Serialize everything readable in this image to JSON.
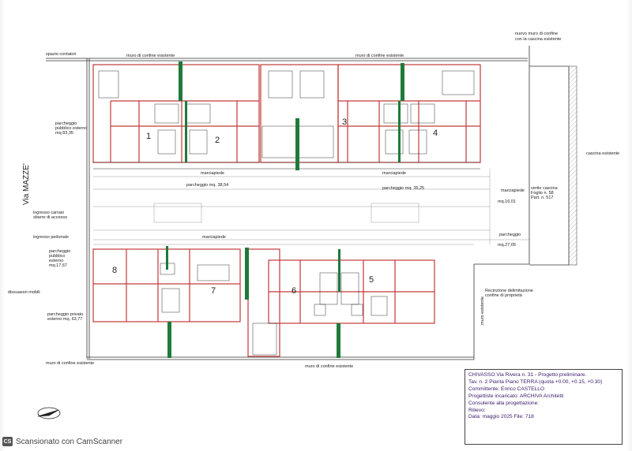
{
  "labels": {
    "spazio_contatori": "spazio contatori",
    "muro_confine_top_left": "muro di confine esistente",
    "muro_confine_top_right": "muro di confine esistente",
    "nuovo_muro": "nuovo muro di confine",
    "nuovo_muro_2": "con la cascina esistente",
    "cascina": "cascina esistente",
    "via": "Via MAZZE'",
    "parcheggio_pubblico_1": "parcheggio",
    "parcheggio_pubblico_2": "pubblico esterno",
    "parcheggio_pubblico_3": "mq 83,35",
    "marciapiede_top": "marciapiede",
    "marciapiede_top_2": "marciapiede",
    "parcheggio_3854": "parcheggio mq. 38,54",
    "parcheggio_3525": "parcheggio mq. 35,25",
    "marciapiede_small": "marciapiede",
    "mq_1601": "mq.16,01",
    "vertice_1": "vertie cascina",
    "vertice_2": "Foglio n. 58",
    "vertice_3": "Part. n. 517",
    "ingresso_carraio_1": "ingresso carraio",
    "ingresso_carraio_2": "sbarre di accesso",
    "ingresso_pedonale": "ingresso pedonale",
    "marciapiede_mid": "marciapiede",
    "parcheggio_2705_1": "parcheggio",
    "parcheggio_2705_2": "mq.27,05",
    "parch_pubb_b1": "parcheggio",
    "parch_pubb_b2": "pubblico",
    "parch_pubb_b3": "esterno",
    "parch_pubb_b4": "mq.17,67",
    "dissuasori": "dissuasori mobili",
    "parch_priv_1": "parcheggio privato",
    "parch_priv_2": "esterno mq. 63,77",
    "recinzione_1": "Recinzione delimitazione",
    "recinzione_2": "confine di proprietà",
    "muro_bottom_left": "muro di confine esistente",
    "muro_bottom_mid": "muro di confine esistente",
    "muro_esistente_vert": "muro esistente"
  },
  "units": [
    "1",
    "2",
    "3",
    "4",
    "5",
    "6",
    "7",
    "8"
  ],
  "title_block": {
    "line1": "CHIVASSO Via Rivera n. 31 - Progetto preliminare.",
    "line2": "Tav. n. 2  Pianta Piano TERRA (quota +0.00, +0.15, +0.30)",
    "line3": "Committente: Enrico CASTELLO",
    "line4": "Progettiste incaricato: ARCHIVA  Architetti",
    "line5": "Consulente alla progettazione:",
    "line6": "Rilievo:",
    "line7": "Data: maggio 2025   File: 718"
  },
  "watermark": {
    "badge": "CS",
    "text": "Scansionato con CamScanner"
  },
  "colors": {
    "walls": "#c23a3a",
    "green_wall": "#1f7a3a",
    "ink": "#222222",
    "title_ink": "#3a1a6a"
  }
}
